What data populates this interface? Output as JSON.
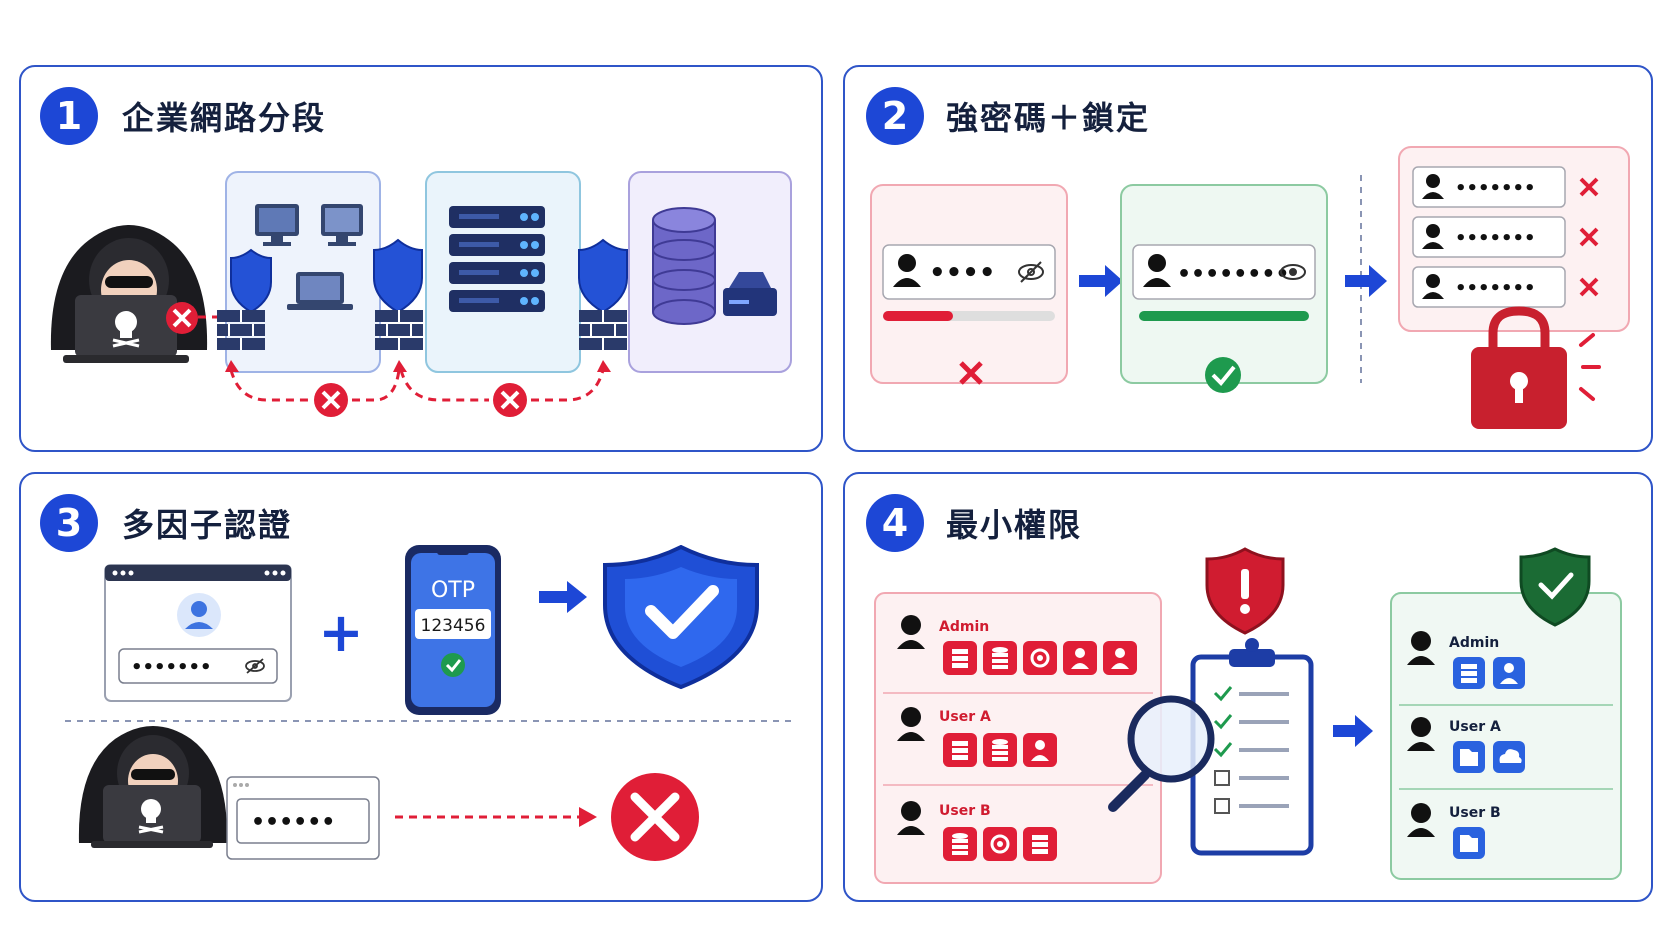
{
  "panels": [
    {
      "number": "1",
      "title": "企業網路分段"
    },
    {
      "number": "2",
      "title": "強密碼＋鎖定"
    },
    {
      "number": "3",
      "title": "多因子認證"
    },
    {
      "number": "4",
      "title": "最小權限"
    }
  ],
  "mfa": {
    "password_mask": "•••••••",
    "otp_label": "OTP",
    "otp_code": "123456",
    "plus": "+",
    "attacker_password_mask": "••••••"
  },
  "passwords": {
    "weak_mask": "••••",
    "strong_mask": "••••••••",
    "lockout_mask": "•••••••"
  },
  "privilege": {
    "before_users": [
      {
        "name": "Admin"
      },
      {
        "name": "User A"
      },
      {
        "name": "User B"
      }
    ],
    "after_users": [
      {
        "name": "Admin"
      },
      {
        "name": "User A"
      },
      {
        "name": "User B"
      }
    ]
  },
  "colors": {
    "accent_blue": "#1d47d6",
    "danger_red": "#e01e37",
    "success_green": "#1e9a4e",
    "border_blue": "#2f55c8"
  }
}
